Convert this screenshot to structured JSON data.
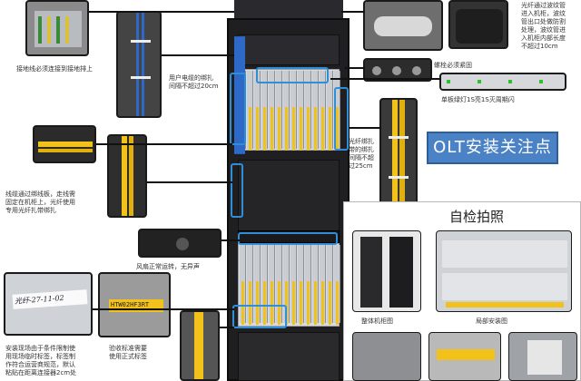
{
  "banner": {
    "title": "OLT安装关注点"
  },
  "self_check": {
    "title": "自检拍照"
  },
  "captions": {
    "ground": "接地线必须连接到接地排上",
    "user_cable": "用户电缆的绑扎\n间隔不超过20cm",
    "fiber_entry": "光纤通过波纹管\n进入机柜，波纹\n管出口处做防割\n处理，波纹管进\n入机柜内部长度\n不超过10cm",
    "screws": "螺栓必须紧固",
    "panel_lights": "单板绿灯1S亮1S灭周期闪",
    "fiber_bind": "光纤绑扎\n带的绑扎\n间隔不超\n过25cm",
    "routing": "线缆通过绑线板，走线需\n固定在机柜上，光纤使用\n专用光纤扎带绑扎",
    "fan": "风扇正常运转，无异声",
    "label_site": "安装现场由于条件限制使\n用现场临时标签，标签制\n作符合运营商规范，默认\n粘贴在距离连接器2cm处",
    "label_formal": "验收标准需要\n使用正式标签",
    "whole_cabinet": "整体机柜图",
    "partial_install": "局部安装图"
  },
  "labels_text": {
    "handwritten": "光纤-27-11-02",
    "yellow_tag": "HTW02HF3RT"
  },
  "colors": {
    "banner_bg": "#4a82c5",
    "fiber": "#f2c21b",
    "cable_blue": "#2f69c8",
    "highlight_box": "#2e8fd6"
  }
}
